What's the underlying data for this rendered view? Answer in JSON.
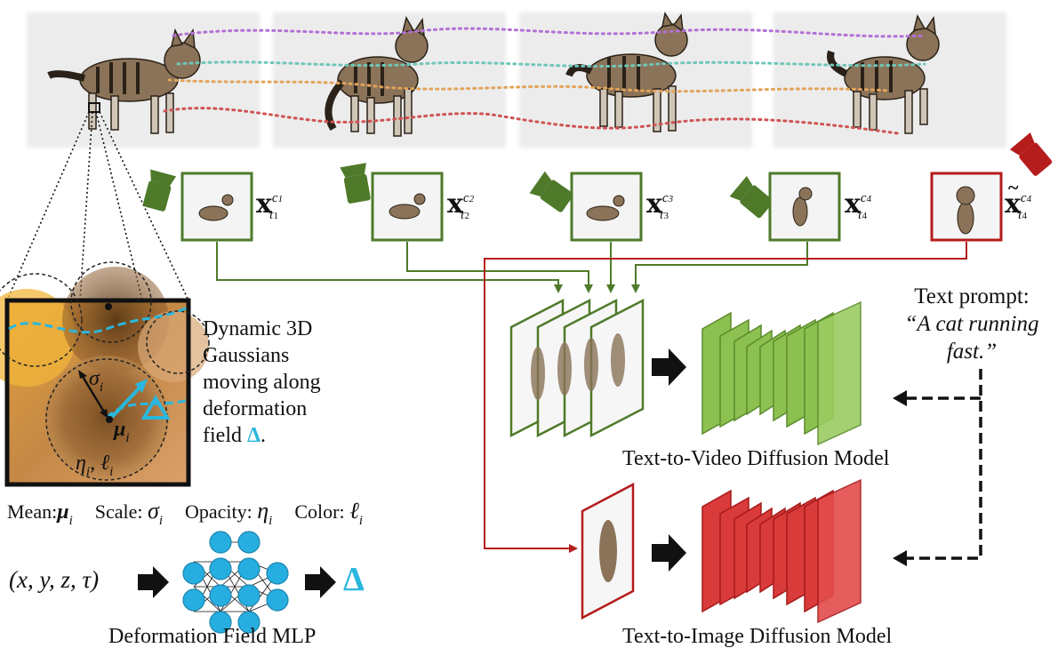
{
  "view_labels": [
    {
      "base": "x",
      "sup": "c",
      "sup_index": "1",
      "sub": "τ",
      "sub_index": "1",
      "tilde": false
    },
    {
      "base": "x",
      "sup": "c",
      "sup_index": "2",
      "sub": "τ",
      "sub_index": "2",
      "tilde": false
    },
    {
      "base": "x",
      "sup": "c",
      "sup_index": "3",
      "sub": "τ",
      "sub_index": "3",
      "tilde": false
    },
    {
      "base": "x",
      "sup": "c",
      "sup_index": "4",
      "sub": "τ",
      "sub_index": "4",
      "tilde": false
    },
    {
      "base": "x",
      "sup": "c",
      "sup_index": "4",
      "sub": "τ",
      "sub_index": "4",
      "tilde": true
    }
  ],
  "gaussians": {
    "description_lines": [
      "Dynamic 3D",
      "Gaussians",
      "moving along",
      "deformation"
    ],
    "field_word": "field",
    "delta_symbol": "Δ",
    "period": ".",
    "sigma_label": "σ",
    "sigma_sub": "i",
    "mu_label": "μ",
    "mu_sub": "i",
    "eta_ell_label": "η",
    "eta_sub": "i",
    "ell_label": "ℓ",
    "ell_sub": "i"
  },
  "attributes": {
    "mean_label": "Mean:",
    "mean_symbol": "μ",
    "scale_label": "Scale:",
    "scale_symbol": "σ",
    "opacity_label": "Opacity:",
    "opacity_symbol": "η",
    "color_label": "Color:",
    "color_symbol": "ℓ",
    "sub": "i"
  },
  "mlp": {
    "input": "(x, y, z, τ)",
    "output": "Δ",
    "title": "Deformation Field MLP"
  },
  "prompt": {
    "heading": "Text prompt:",
    "line1": "“A cat running",
    "line2": "fast.”"
  },
  "models": {
    "video": "Text-to-Video Diffusion Model",
    "image": "Text-to-Image Diffusion Model"
  },
  "colors": {
    "green": "#4e7a2a",
    "green_light": "#8cc152",
    "red": "#b51c1c",
    "red_light": "#e33c3c",
    "cyan": "#2ab7dd"
  }
}
